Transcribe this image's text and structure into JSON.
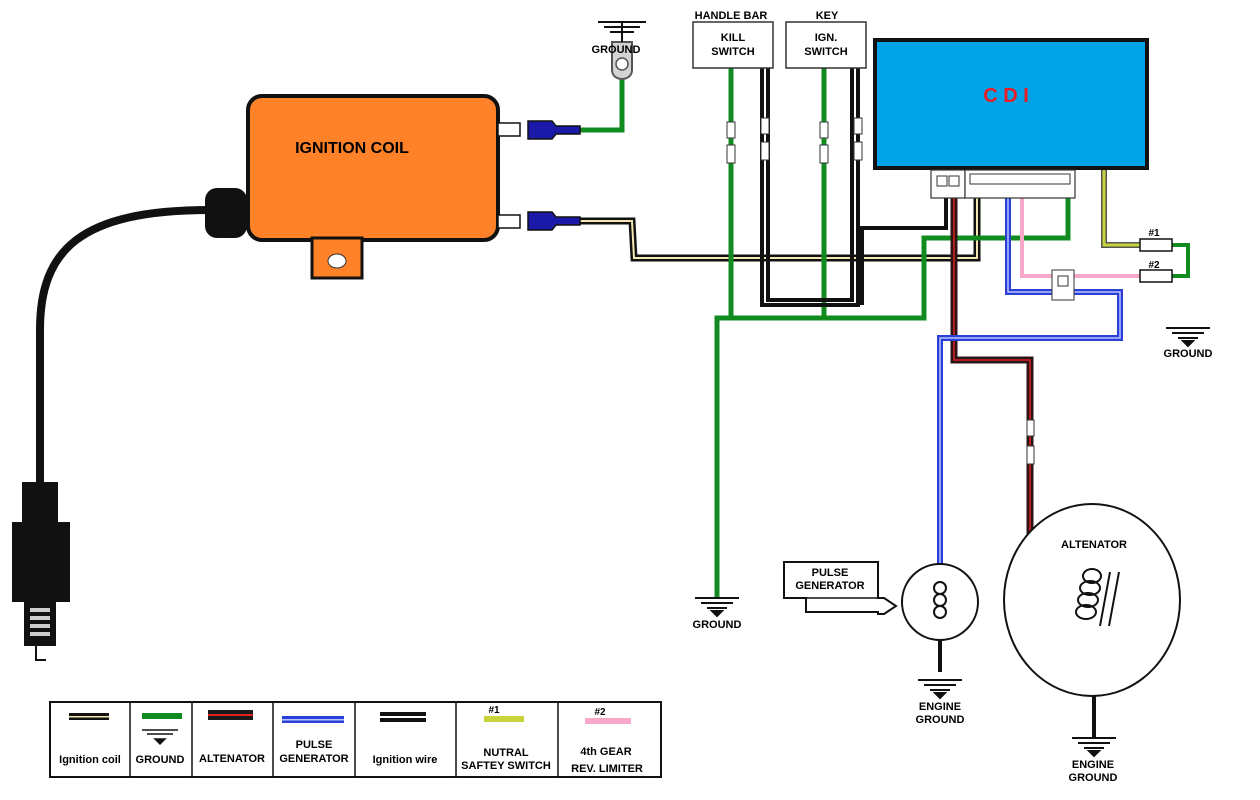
{
  "components": {
    "ignition_coil": "IGNITION COIL",
    "cdi": "C D I",
    "kill_switch_caption": "HANDLE BAR",
    "kill_switch_line1": "KILL",
    "kill_switch_line2": "SWITCH",
    "ign_switch_caption": "KEY",
    "ign_switch_line1": "IGN.",
    "ign_switch_line2": "SWITCH",
    "pulse_generator_line1": "PULSE",
    "pulse_generator_line2": "GENERATOR",
    "alternator": "ALTENATOR",
    "switch_1": "#1",
    "switch_2": "#2"
  },
  "grounds": {
    "top": "GROUND",
    "left": "GROUND",
    "right": "GROUND",
    "engine_line1": "ENGINE",
    "engine_line2": "GROUND"
  },
  "legend": [
    {
      "line1": "Ignition coil",
      "line2": "",
      "tag": ""
    },
    {
      "line1": "GROUND",
      "line2": "",
      "tag": ""
    },
    {
      "line1": "ALTENATOR",
      "line2": "",
      "tag": ""
    },
    {
      "line1": "PULSE",
      "line2": "GENERATOR",
      "tag": ""
    },
    {
      "line1": "Ignition wire",
      "line2": "",
      "tag": ""
    },
    {
      "line1": "NUTRAL",
      "line2": "SAFTEY SWITCH",
      "tag": "#1"
    },
    {
      "line1": "4th GEAR",
      "line2": "REV. LIMITER",
      "tag": "#2"
    }
  ],
  "colors": {
    "coil_body": "#ff8128",
    "cdi_body": "#00a2e8",
    "cdi_text": "#ed1c24",
    "ground_wire": "#118b1f",
    "pulse_wire": "#2a3fd6",
    "alternator_stripe": "#e01f1f",
    "neutral_wire": "#c8d43c",
    "limiter_wire": "#f7a8c8",
    "coil_wire_stripe": "#f4e6b0",
    "connector": "#1b1aa8"
  }
}
